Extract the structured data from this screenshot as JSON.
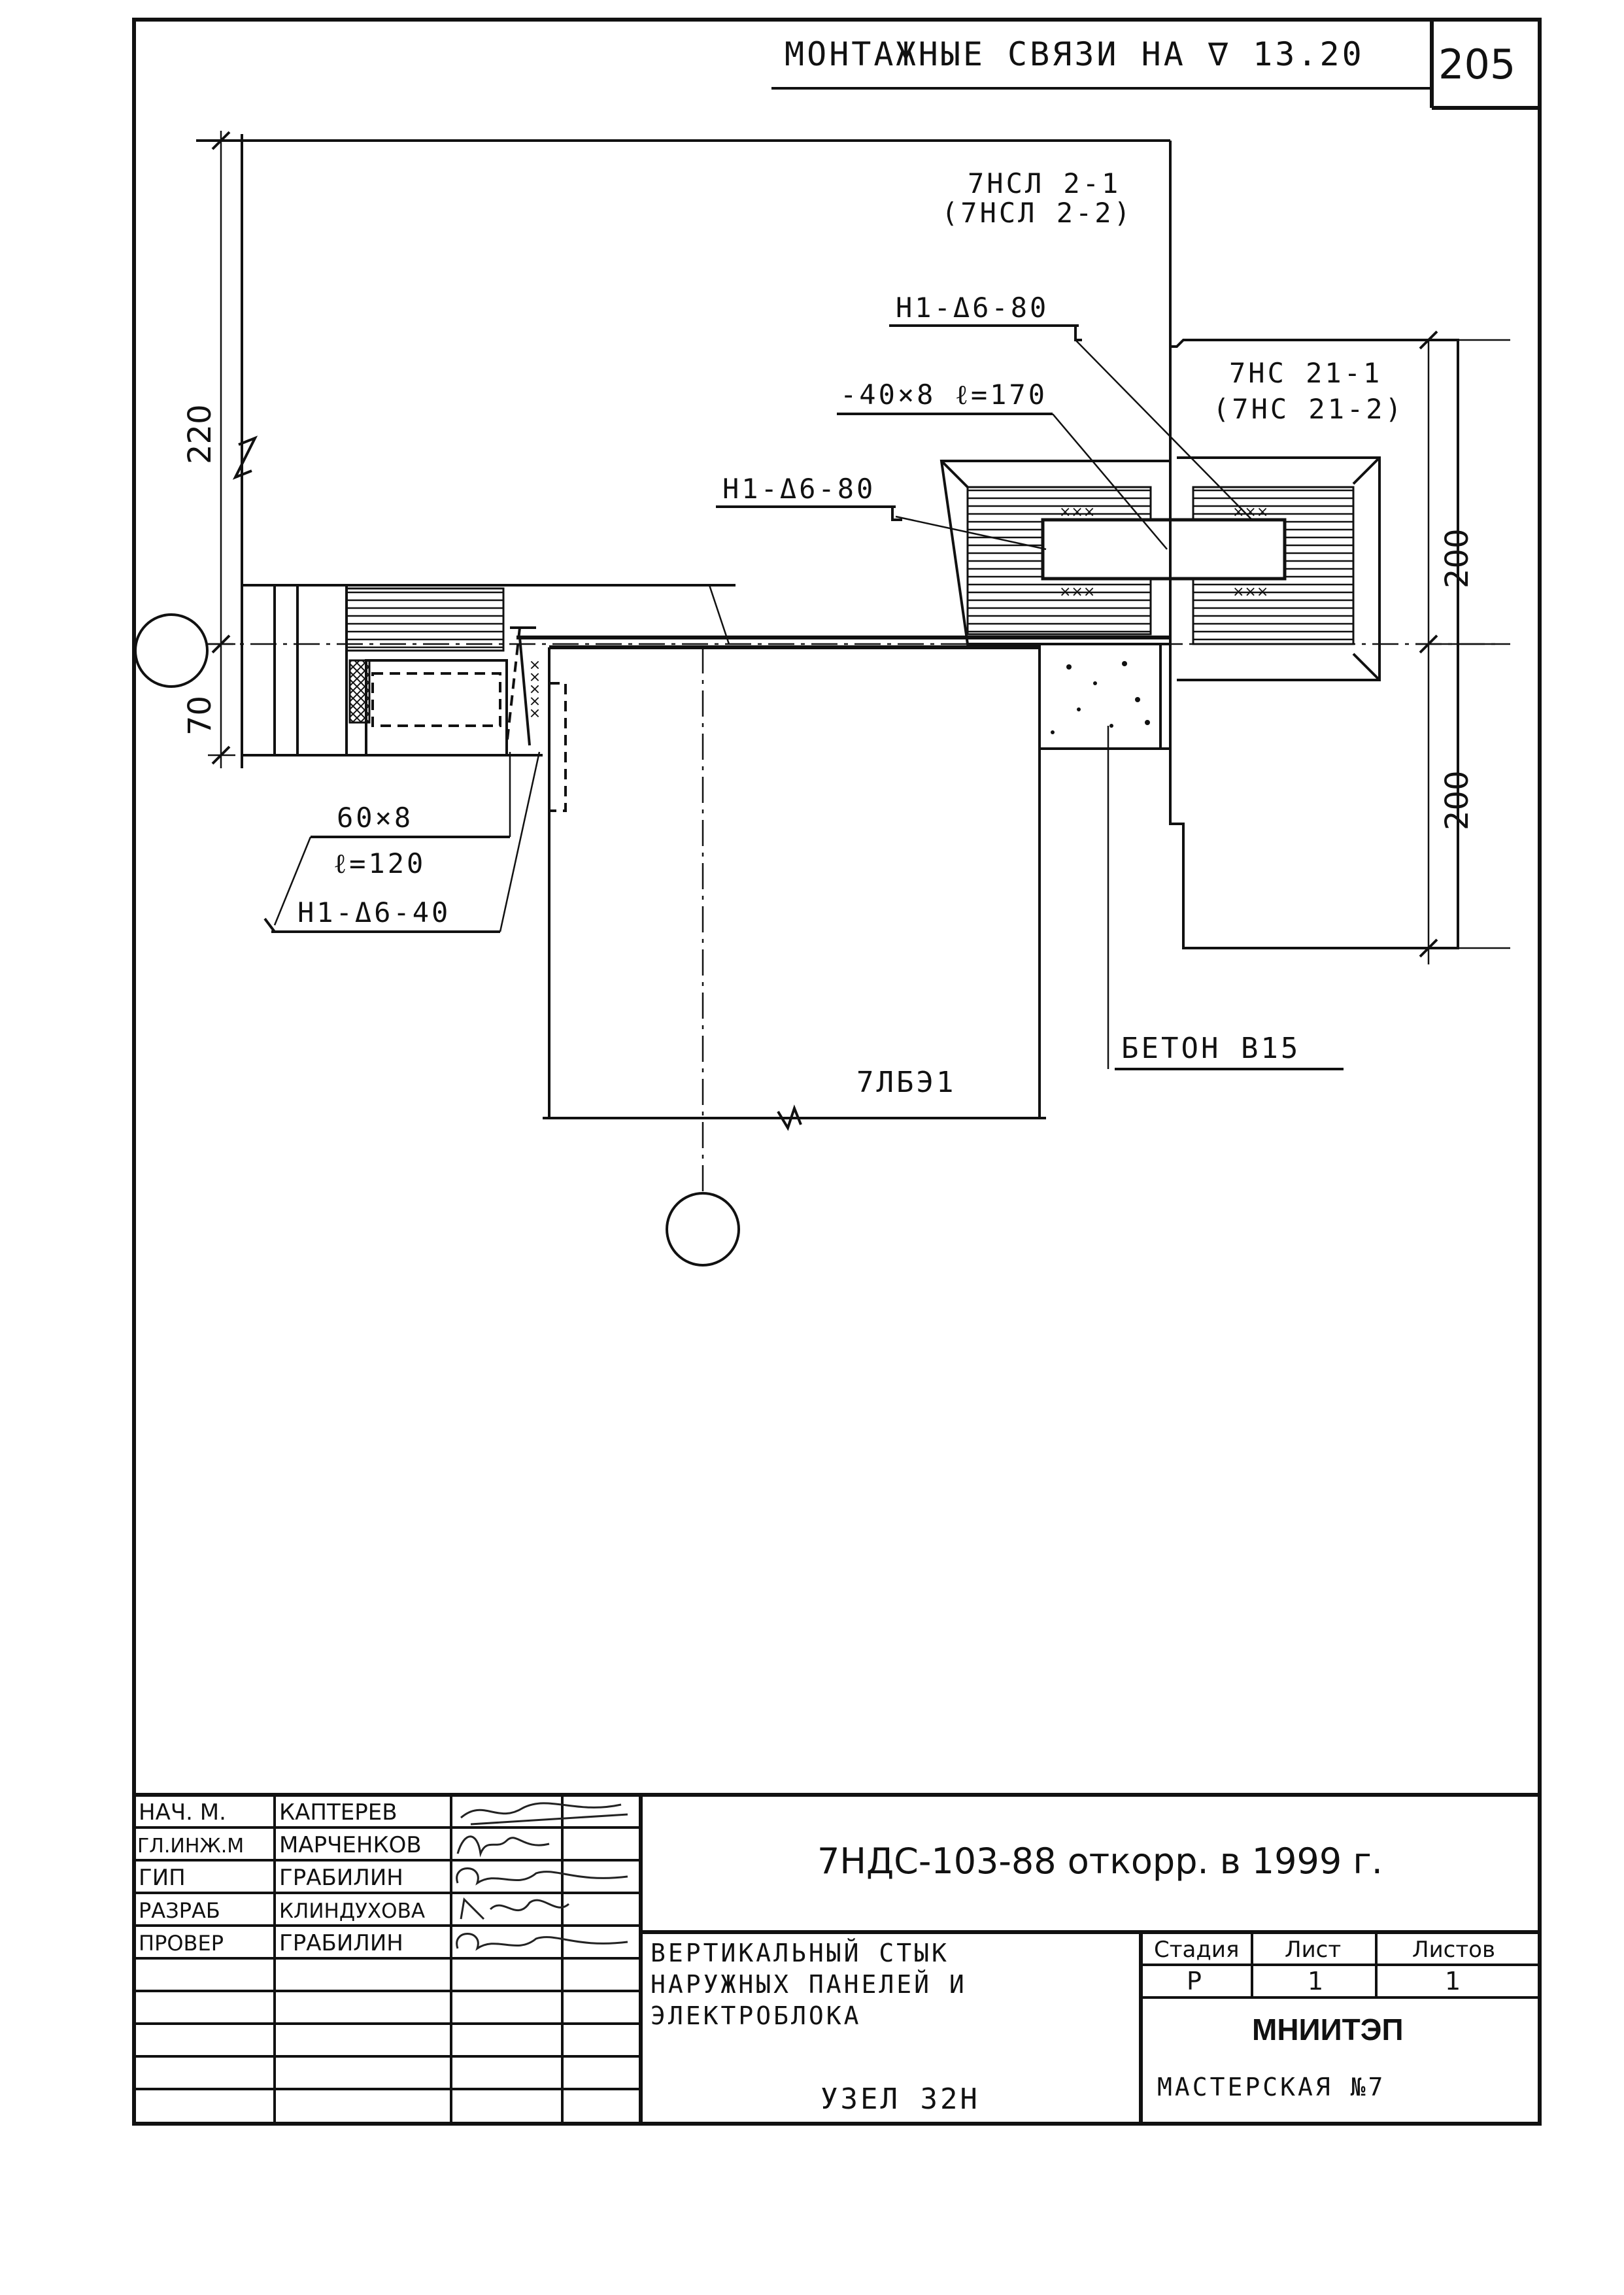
{
  "sheet": {
    "header_title": "МОНТАЖНЫЕ СВЯЗИ НА ∇ 13.20",
    "sheet_number": "205"
  },
  "drawing": {
    "upper_panel_mark": "7НСЛ 2-1",
    "upper_panel_mark_alt": "(7НСЛ 2-2)",
    "right_panel_mark": "7НС 21-1",
    "right_panel_mark_alt": "(7НС 21-2)",
    "weld_callout_top": "Н1-Δ6-80",
    "plate_callout_top": "-40×8  ℓ=170",
    "weld_callout_mid": "Н1-Δ6-80",
    "plate_callout_left": "60×8",
    "plate_length_left": "ℓ=120",
    "weld_callout_left": "Н1-Δ6-40",
    "concrete_label": "БЕТОН В15",
    "electroblock_mark": "7ЛБЭ1",
    "dim_220": "220",
    "dim_70": "70",
    "dim_200_upper": "200",
    "dim_200_lower": "200"
  },
  "title_block": {
    "signatures": [
      {
        "role": "НАЧ. М.",
        "name": "КАПТЕРЕВ"
      },
      {
        "role": "ГЛ.ИНЖ.М",
        "name": "МАРЧЕНКОВ"
      },
      {
        "role": "ГИП",
        "name": "ГРАБИЛИН"
      },
      {
        "role": "РАЗРАБ",
        "name": "КЛИНДУХОВА"
      },
      {
        "role": "ПРОВЕР",
        "name": "ГРАБИЛИН"
      }
    ],
    "document_code": "7НДС-103-88 откорр. в 1999 г.",
    "description_lines": [
      "ВЕРТИКАЛЬНЫЙ СТЫК",
      "НАРУЖНЫХ ПАНЕЛЕЙ И",
      "ЭЛЕКТРОБЛОКА"
    ],
    "node_label": "УЗЕЛ 32Н",
    "stage_header": "Стадия",
    "sheet_header": "Лист",
    "sheets_header": "Листов",
    "stage_value": "Р",
    "sheet_value": "1",
    "sheets_value": "1",
    "organization": "МНИИТЭП",
    "workshop": "МАСТЕРСКАЯ №7"
  }
}
